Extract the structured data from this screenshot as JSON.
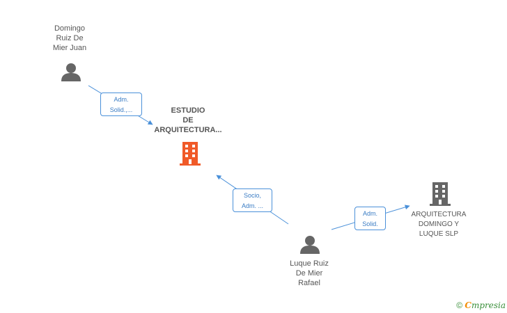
{
  "nodes": {
    "domingo": {
      "label_lines": [
        "Domingo",
        "Ruiz De",
        "Mier Juan"
      ]
    },
    "estudio": {
      "label_lines": [
        "ESTUDIO",
        "DE",
        "ARQUITECTURA..."
      ]
    },
    "luque": {
      "label_lines": [
        "Luque Ruiz",
        "De Mier",
        "Rafael"
      ]
    },
    "arq_slp": {
      "label_lines": [
        "ARQUITECTURA",
        "DOMINGO Y",
        "LUQUE SLP"
      ]
    }
  },
  "edges": {
    "domingo_estudio": {
      "label_lines": [
        "Adm.",
        "Solid.,..."
      ]
    },
    "luque_estudio": {
      "label_lines": [
        "Socio,",
        "Adm. ..."
      ]
    },
    "luque_arq": {
      "label_lines": [
        "Adm.",
        "Solid."
      ]
    }
  },
  "footer": {
    "copyright": "©",
    "brand_first": "C",
    "brand_rest": "mpresia"
  },
  "colors": {
    "accent": "#4a90d9",
    "company_main": "#f05a28",
    "company_other": "#666666",
    "person": "#666666"
  },
  "icons": {
    "person": "person-icon",
    "building": "building-icon"
  }
}
